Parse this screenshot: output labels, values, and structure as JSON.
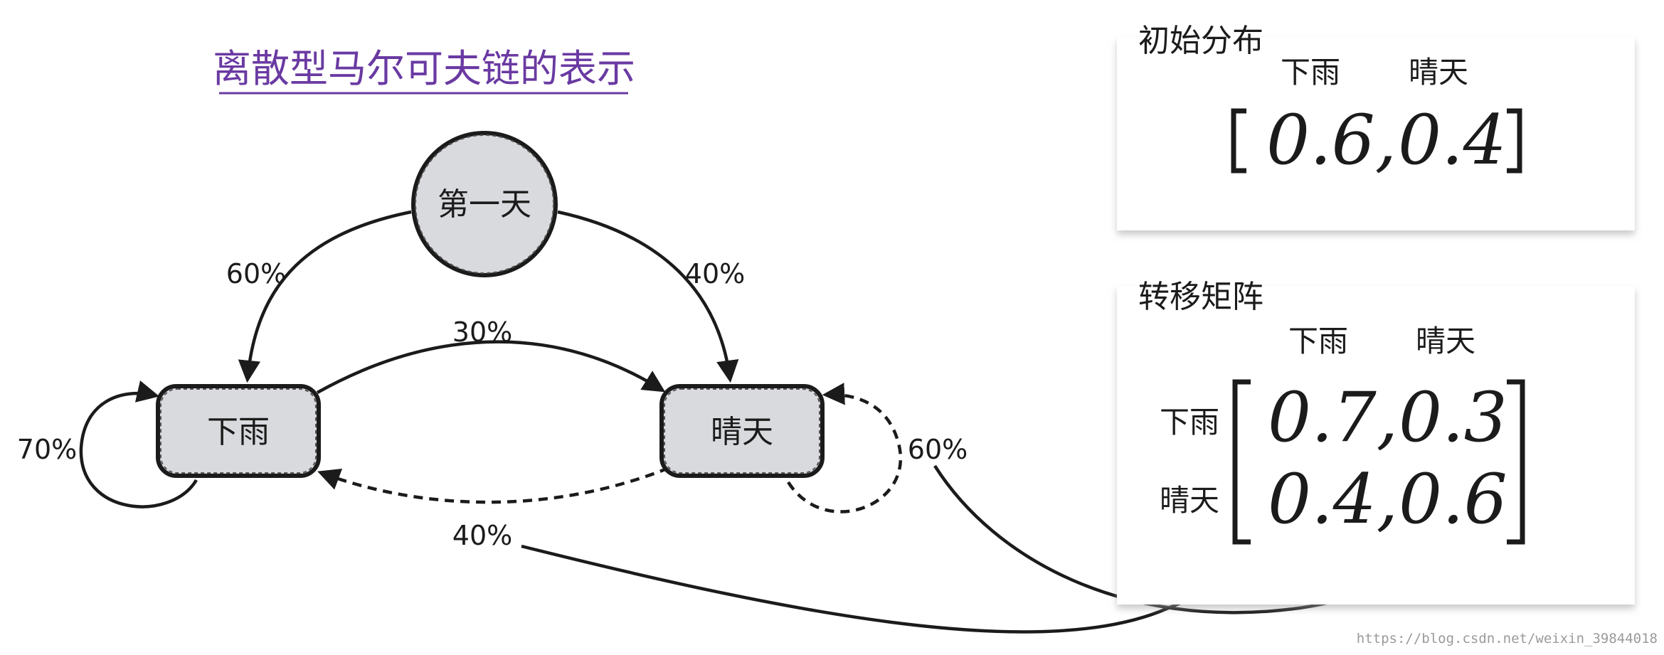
{
  "title": "离散型马尔可夫链的表示",
  "colors": {
    "title": "#6a3aa2",
    "node_fill": "#d9dade",
    "ink": "#1b1b1b",
    "panel_bg": "#ffffff",
    "panel_shadow": "#c9c9c9"
  },
  "nodes": {
    "start": "第一天",
    "rain": "下雨",
    "sunny": "晴天"
  },
  "edges": {
    "start_to_rain": "60%",
    "start_to_sunny": "40%",
    "rain_to_sunny": "30%",
    "sunny_to_rain": "40%",
    "rain_self": "70%",
    "sunny_self": "60%"
  },
  "initial_panel": {
    "heading": "初始分布",
    "col_rain": "下雨",
    "col_sunny": "晴天",
    "values": [
      "0.6,",
      "0.4"
    ]
  },
  "matrix_panel": {
    "heading": "转移矩阵",
    "col_rain": "下雨",
    "col_sunny": "晴天",
    "row_rain": "下雨",
    "row_sunny": "晴天",
    "rows": [
      [
        "0.7,",
        "0.3"
      ],
      [
        "0.4,",
        "0.6"
      ]
    ]
  },
  "watermark": "https://blog.csdn.net/weixin_39844018"
}
